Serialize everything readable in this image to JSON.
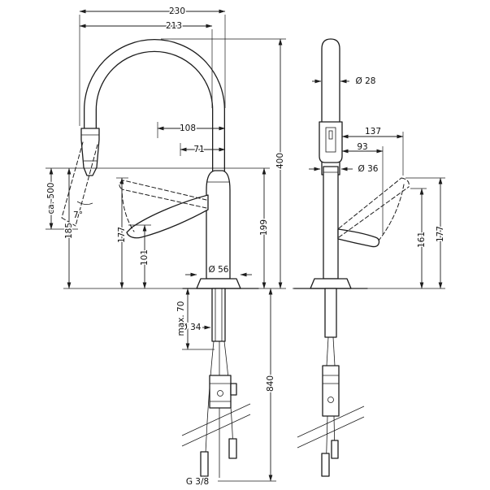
{
  "drawing": {
    "type": "technical-dimension-drawing",
    "subject": "kitchen-faucet-two-views",
    "line_color": "#1c1c1c",
    "background": "#ffffff"
  },
  "dims": {
    "overall_width": "230",
    "spout_reach": "213",
    "spray_offset": "108",
    "handle_offset": "71",
    "overall_height": "400",
    "outlet_height": "199",
    "hose_pullout": "ca. 500",
    "spray_height": "185",
    "spray_angle": "7°",
    "handle_raised_height": "177",
    "handle_height": "101",
    "base_diameter": "Ø 56",
    "shank_diameter": "Ø 34",
    "mounting_thickness": "max. 70",
    "hose_length": "840",
    "connection_thread": "G 3/8",
    "spout_diameter": "Ø 28",
    "front_reach": "137",
    "front_handle_reach": "93",
    "collar_diameter": "Ø 36",
    "front_handle_height": "161",
    "front_handle_raised_height": "177"
  }
}
